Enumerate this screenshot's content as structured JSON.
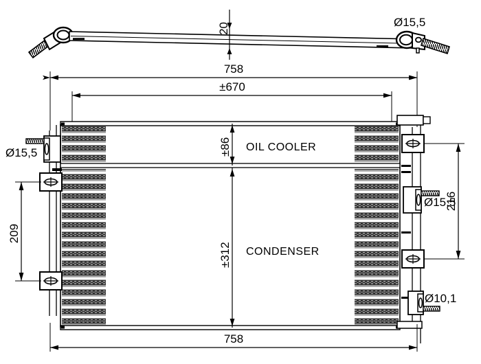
{
  "drawing": {
    "type": "technical-drawing",
    "subject": "air-conditioning-condenser-with-oil-cooler",
    "background_color": "#ffffff",
    "line_color": "#000000",
    "fin_color": "#2b2b2b"
  },
  "dimensions": {
    "top_bar_height": "20",
    "top_bar_hole_diameter": "Ø15,5",
    "overall_width_top": "758",
    "core_width": "±670",
    "oil_cooler_height": "±86",
    "condenser_height": "±312",
    "left_bracket_spacing": "209",
    "right_bracket_spacing": "216",
    "left_port_diameter": "Ø15,5",
    "right_port_diameter": "Ø15,5",
    "right_lower_port_diameter": "Ø10,1",
    "overall_width_bottom": "758"
  },
  "labels": {
    "oil_cooler": "OIL COOLER",
    "condenser": "CONDENSER"
  },
  "parts": [
    {
      "name": "mounting-rod",
      "note": "upper tie rod with eyelet ends"
    },
    {
      "name": "condenser-core",
      "note": "finned heat exchanger core"
    },
    {
      "name": "oil-cooler-section",
      "note": "upper section of core"
    },
    {
      "name": "left-inlet-port",
      "note": "left side fitting"
    },
    {
      "name": "right-inlet-port",
      "note": "right side fitting"
    },
    {
      "name": "right-outlet-port",
      "note": "right side lower fitting"
    },
    {
      "name": "mounting-bracket",
      "note": "four bracket pads with holes"
    }
  ]
}
